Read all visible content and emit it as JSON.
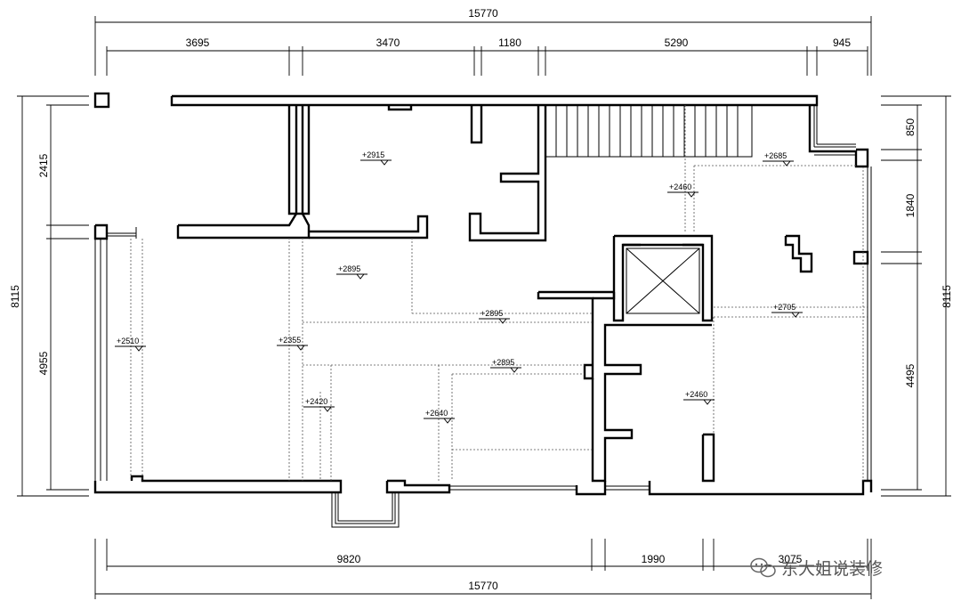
{
  "dimensions": {
    "top_total": "15770",
    "top_segments": [
      "3695",
      "3470",
      "1180",
      "5290",
      "945"
    ],
    "bottom_total": "15770",
    "bottom_segments": [
      "9820",
      "1990",
      "3075"
    ],
    "left_total": "8115",
    "left_segments": [
      "2415",
      "4955"
    ],
    "right_total": "8115",
    "right_segments": [
      "850",
      "1840",
      "4495"
    ]
  },
  "levels": [
    "+2915",
    "+2685",
    "+2460",
    "+2895",
    "+2895",
    "+2705",
    "+2510",
    "+2355",
    "+2895",
    "+2420",
    "+2640",
    "+2460"
  ],
  "watermark": {
    "text": "东大姐说装修",
    "icon": "wechat-icon"
  }
}
